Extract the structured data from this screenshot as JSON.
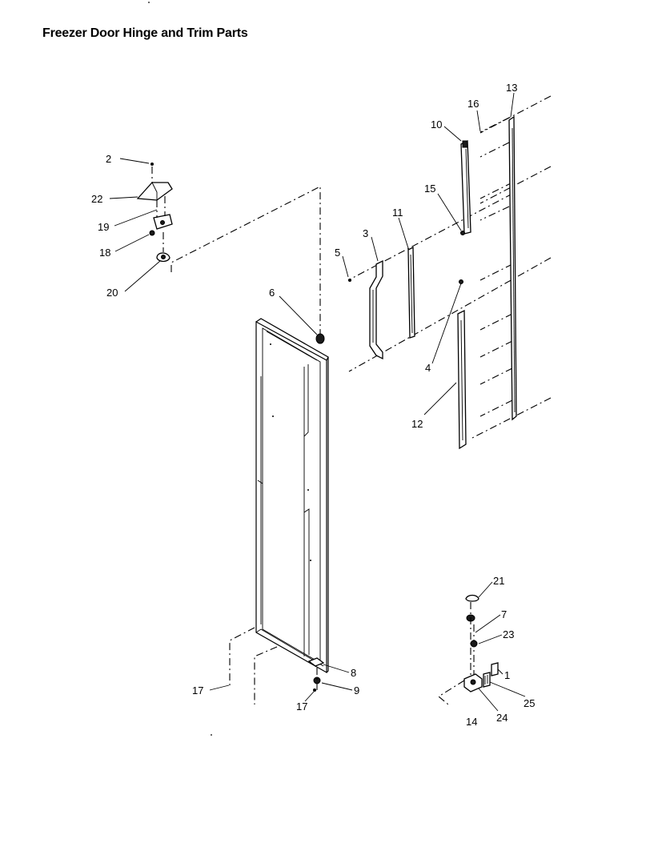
{
  "title": "Freezer Door Hinge and Trim Parts",
  "callouts": {
    "c1": "1",
    "c2": "2",
    "c3": "3",
    "c4": "4",
    "c5": "5",
    "c6": "6",
    "c7": "7",
    "c8": "8",
    "c9": "9",
    "c10": "10",
    "c11": "11",
    "c12": "12",
    "c13": "13",
    "c14": "14",
    "c15": "15",
    "c16": "16",
    "c17a": "17",
    "c17b": "17",
    "c18": "18",
    "c19": "19",
    "c20": "20",
    "c21": "21",
    "c22": "22",
    "c23": "23",
    "c24": "24",
    "c25": "25"
  }
}
